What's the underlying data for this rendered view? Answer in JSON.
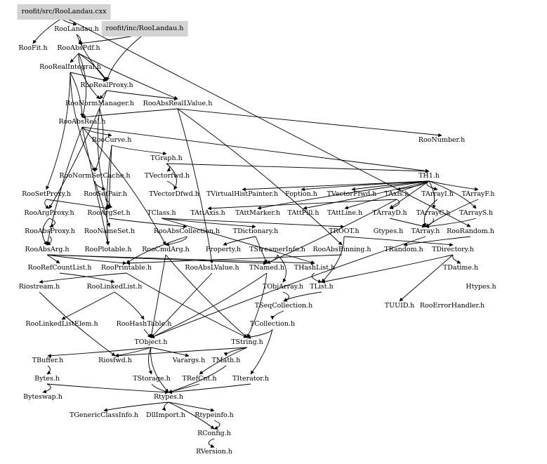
{
  "title": "roofit/src/RooLandau.cxx include dependency graph",
  "colors": {
    "root_fill": "#d3d3d3",
    "edge": "#000000",
    "background": "#ffffff"
  },
  "nodes": [
    {
      "id": "src",
      "label": "roofit/src/RooLandau.cxx",
      "root": true
    },
    {
      "id": "inc",
      "label": "roofit/inc/RooLandau.h",
      "root": true
    },
    {
      "id": "RooLandau",
      "label": "RooLandau.h"
    },
    {
      "id": "RooFit",
      "label": "RooFit.h"
    },
    {
      "id": "RooAbsPdf",
      "label": "RooAbsPdf.h"
    },
    {
      "id": "RooRealIntegral",
      "label": "RooRealIntegral.h"
    },
    {
      "id": "RooRealProxy",
      "label": "RooRealProxy.h"
    },
    {
      "id": "RooNormManager",
      "label": "RooNormManager.h"
    },
    {
      "id": "RooAbsRealLValue",
      "label": "RooAbsRealLValue.h"
    },
    {
      "id": "RooAbsReal",
      "label": "RooAbsReal.h"
    },
    {
      "id": "RooCurve",
      "label": "RooCurve.h"
    },
    {
      "id": "RooNumber",
      "label": "RooNumber.h"
    },
    {
      "id": "TGraph",
      "label": "TGraph.h"
    },
    {
      "id": "RooNormSetCache",
      "label": "RooNormSetCache.h"
    },
    {
      "id": "TVectorfwd",
      "label": "TVectorfwd.h"
    },
    {
      "id": "TH1",
      "label": "TH1.h"
    },
    {
      "id": "RooSetProxy",
      "label": "RooSetProxy.h"
    },
    {
      "id": "RooSetPair",
      "label": "RooSetPair.h"
    },
    {
      "id": "TVectorDfwd",
      "label": "TVectorDfwd.h"
    },
    {
      "id": "TVirtualHistPainter",
      "label": "TVirtualHistPainter.h"
    },
    {
      "id": "Foption",
      "label": "Foption.h"
    },
    {
      "id": "TVectorFfwd",
      "label": "TVectorFfwd.h"
    },
    {
      "id": "TAxis",
      "label": "TAxis.h"
    },
    {
      "id": "TArrayI",
      "label": "TArrayI.h"
    },
    {
      "id": "TArrayF",
      "label": "TArrayF.h"
    },
    {
      "id": "RooArgProxy",
      "label": "RooArgProxy.h"
    },
    {
      "id": "RooArgSet",
      "label": "RooArgSet.h"
    },
    {
      "id": "TClass",
      "label": "TClass.h"
    },
    {
      "id": "TAttAxis",
      "label": "TAttAxis.h"
    },
    {
      "id": "TAttMarker",
      "label": "TAttMarker.h"
    },
    {
      "id": "TAttFill",
      "label": "TAttFill.h"
    },
    {
      "id": "TAttLine",
      "label": "TAttLine.h"
    },
    {
      "id": "TArrayD",
      "label": "TArrayD.h"
    },
    {
      "id": "TArrayC",
      "label": "TArrayC.h"
    },
    {
      "id": "TArrayS",
      "label": "TArrayS.h"
    },
    {
      "id": "RooAbsProxy",
      "label": "RooAbsProxy.h"
    },
    {
      "id": "RooNameSet",
      "label": "RooNameSet.h"
    },
    {
      "id": "RooAbsCollection",
      "label": "RooAbsCollection.h"
    },
    {
      "id": "TDictionary",
      "label": "TDictionary.h"
    },
    {
      "id": "TROOT",
      "label": "TROOT.h"
    },
    {
      "id": "Gtypes",
      "label": "Gtypes.h"
    },
    {
      "id": "TArray",
      "label": "TArray.h"
    },
    {
      "id": "RooRandom",
      "label": "RooRandom.h"
    },
    {
      "id": "RooAbsArg",
      "label": "RooAbsArg.h"
    },
    {
      "id": "RooPlotable",
      "label": "RooPlotable.h"
    },
    {
      "id": "RooCmdArg",
      "label": "RooCmdArg.h"
    },
    {
      "id": "Property",
      "label": "Property.h"
    },
    {
      "id": "TStreamerInfo",
      "label": "TStreamerInfo.h"
    },
    {
      "id": "RooAbsBinning",
      "label": "RooAbsBinning.h"
    },
    {
      "id": "TRandom",
      "label": "TRandom.h"
    },
    {
      "id": "TDirectory",
      "label": "TDirectory.h"
    },
    {
      "id": "RooRefCountList",
      "label": "RooRefCountList.h"
    },
    {
      "id": "RooPrintable",
      "label": "RooPrintable.h"
    },
    {
      "id": "RooAbsLValue",
      "label": "RooAbsLValue.h"
    },
    {
      "id": "TNamed",
      "label": "TNamed.h"
    },
    {
      "id": "THashList",
      "label": "THashList.h"
    },
    {
      "id": "TDatime",
      "label": "TDatime.h"
    },
    {
      "id": "Riostream",
      "label": "Riostream.h"
    },
    {
      "id": "RooLinkedList",
      "label": "RooLinkedList.h"
    },
    {
      "id": "TObjArray",
      "label": "TObjArray.h"
    },
    {
      "id": "TList",
      "label": "TList.h"
    },
    {
      "id": "Htypes",
      "label": "Htypes.h"
    },
    {
      "id": "TSeqCollection",
      "label": "TSeqCollection.h"
    },
    {
      "id": "TUUID",
      "label": "TUUID.h"
    },
    {
      "id": "RooErrorHandler",
      "label": "RooErrorHandler.h"
    },
    {
      "id": "RooLinkedListElem",
      "label": "RooLinkedListElem.h"
    },
    {
      "id": "RooHashTable",
      "label": "RooHashTable.h"
    },
    {
      "id": "TCollection",
      "label": "TCollection.h"
    },
    {
      "id": "TObject",
      "label": "TObject.h"
    },
    {
      "id": "TString",
      "label": "TString.h"
    },
    {
      "id": "TBuffer",
      "label": "TBuffer.h"
    },
    {
      "id": "Riosfwd",
      "label": "Riosfwd.h"
    },
    {
      "id": "Varargs",
      "label": "Varargs.h"
    },
    {
      "id": "TMath",
      "label": "TMath.h"
    },
    {
      "id": "Bytes",
      "label": "Bytes.h"
    },
    {
      "id": "TStorage",
      "label": "TStorage.h"
    },
    {
      "id": "TRefCnt",
      "label": "TRefCnt.h"
    },
    {
      "id": "TIterator",
      "label": "TIterator.h"
    },
    {
      "id": "Byteswap",
      "label": "Byteswap.h"
    },
    {
      "id": "Rtypes",
      "label": "Rtypes.h"
    },
    {
      "id": "TGenericClassInfo",
      "label": "TGenericClassInfo.h"
    },
    {
      "id": "DllImport",
      "label": "DllImport.h"
    },
    {
      "id": "Rtypeinfo",
      "label": "Rtypeinfo.h"
    },
    {
      "id": "RConfig",
      "label": "RConfig.h"
    },
    {
      "id": "RVersion",
      "label": "RVersion.h"
    }
  ],
  "edges": [
    [
      "src",
      "RooLandau"
    ],
    [
      "src",
      "RooFit"
    ],
    [
      "src",
      "RooRandom"
    ],
    [
      "RooLandau",
      "RooAbsPdf"
    ],
    [
      "inc",
      "RooAbsPdf"
    ],
    [
      "inc",
      "RooRealProxy"
    ],
    [
      "RooLandau",
      "RooRealProxy"
    ],
    [
      "RooAbsPdf",
      "RooRealIntegral"
    ],
    [
      "RooAbsPdf",
      "RooRealProxy"
    ],
    [
      "RooAbsPdf",
      "RooAbsReal"
    ],
    [
      "RooAbsPdf",
      "RooNormManager"
    ],
    [
      "RooAbsPdf",
      "RooAbsRealLValue"
    ],
    [
      "RooRealIntegral",
      "RooRealProxy"
    ],
    [
      "RooRealIntegral",
      "RooAbsReal"
    ],
    [
      "RooRealIntegral",
      "RooSetProxy"
    ],
    [
      "RooRealIntegral",
      "RooNormSetCache"
    ],
    [
      "RooRealProxy",
      "RooAbsRealLValue"
    ],
    [
      "RooRealProxy",
      "RooNormManager"
    ],
    [
      "RooRealProxy",
      "RooArgProxy"
    ],
    [
      "RooNormManager",
      "RooNormSetCache"
    ],
    [
      "RooNormManager",
      "RooArgSet"
    ],
    [
      "RooAbsRealLValue",
      "RooAbsReal"
    ],
    [
      "RooAbsRealLValue",
      "RooNumber"
    ],
    [
      "RooAbsRealLValue",
      "RooAbsLValue"
    ],
    [
      "RooAbsRealLValue",
      "RooAbsBinning"
    ],
    [
      "RooAbsReal",
      "RooCurve"
    ],
    [
      "RooAbsReal",
      "RooAbsArg"
    ],
    [
      "RooAbsReal",
      "RooPlotable"
    ],
    [
      "RooAbsReal",
      "TH1"
    ],
    [
      "RooAbsReal",
      "RooCmdArg"
    ],
    [
      "RooCurve",
      "TGraph"
    ],
    [
      "RooCurve",
      "RooPlotable"
    ],
    [
      "RooCurve",
      "RooArgSet"
    ],
    [
      "TGraph",
      "TVectorfwd"
    ],
    [
      "TGraph",
      "TVectorDfwd"
    ],
    [
      "TGraph",
      "TH1"
    ],
    [
      "RooNormSetCache",
      "RooSetPair"
    ],
    [
      "RooNormSetCache",
      "RooNameSet"
    ],
    [
      "TVectorfwd",
      "TVectorDfwd"
    ],
    [
      "TH1",
      "TAxis"
    ],
    [
      "TH1",
      "TArrayI"
    ],
    [
      "TH1",
      "TArrayF"
    ],
    [
      "TH1",
      "TArrayD"
    ],
    [
      "TH1",
      "TArrayC"
    ],
    [
      "TH1",
      "TArrayS"
    ],
    [
      "TH1",
      "Foption"
    ],
    [
      "TH1",
      "TVectorFfwd"
    ],
    [
      "TH1",
      "TVirtualHistPainter"
    ],
    [
      "TH1",
      "TAttLine"
    ],
    [
      "TH1",
      "TAttFill"
    ],
    [
      "TH1",
      "TAttMarker"
    ],
    [
      "RooSetProxy",
      "RooArgProxy"
    ],
    [
      "RooSetProxy",
      "RooArgSet"
    ],
    [
      "RooSetPair",
      "RooArgSet"
    ],
    [
      "RooArgProxy",
      "RooAbsProxy"
    ],
    [
      "RooArgProxy",
      "RooAbsArg"
    ],
    [
      "RooArgSet",
      "RooAbsCollection"
    ],
    [
      "TAxis",
      "TAttAxis"
    ],
    [
      "TAxis",
      "TNamed"
    ],
    [
      "TAxis",
      "TArrayD"
    ],
    [
      "TArrayI",
      "TArray"
    ],
    [
      "TArrayF",
      "TArray"
    ],
    [
      "TArrayD",
      "TArray"
    ],
    [
      "TArrayC",
      "TArray"
    ],
    [
      "TArrayS",
      "TArray"
    ],
    [
      "TClass",
      "TDictionary"
    ],
    [
      "TClass",
      "TROOT"
    ],
    [
      "TClass",
      "THashList"
    ],
    [
      "RooAbsProxy",
      "RooAbsArg"
    ],
    [
      "RooAbsCollection",
      "RooCmdArg"
    ],
    [
      "RooAbsCollection",
      "RooPrintable"
    ],
    [
      "TDictionary",
      "Property"
    ],
    [
      "TDictionary",
      "TNamed"
    ],
    [
      "TROOT",
      "TDirectory"
    ],
    [
      "TROOT",
      "TList"
    ],
    [
      "TArray",
      "TObject"
    ],
    [
      "RooRandom",
      "TRandom"
    ],
    [
      "RooAbsArg",
      "RooRefCountList"
    ],
    [
      "RooAbsArg",
      "TNamed"
    ],
    [
      "RooAbsArg",
      "THashList"
    ],
    [
      "RooAbsArg",
      "RooPrintable"
    ],
    [
      "RooCmdArg",
      "TString"
    ],
    [
      "RooCmdArg",
      "TObject"
    ],
    [
      "TStreamerInfo",
      "TNamed"
    ],
    [
      "TStreamerInfo",
      "TObjArray"
    ],
    [
      "RooAbsBinning",
      "RooPrintable"
    ],
    [
      "TDirectory",
      "TDatime"
    ],
    [
      "TDirectory",
      "TUUID"
    ],
    [
      "TDirectory",
      "TList"
    ],
    [
      "RooRefCountList",
      "RooLinkedList"
    ],
    [
      "RooPrintable",
      "Riostream"
    ],
    [
      "RooPrintable",
      "TString"
    ],
    [
      "RooAbsLValue",
      "TObject"
    ],
    [
      "TNamed",
      "TString"
    ],
    [
      "TNamed",
      "TObject"
    ],
    [
      "THashList",
      "TList"
    ],
    [
      "Riostream",
      "Riosfwd"
    ],
    [
      "RooLinkedList",
      "RooLinkedListElem"
    ],
    [
      "RooLinkedList",
      "RooHashTable"
    ],
    [
      "TObjArray",
      "TSeqCollection"
    ],
    [
      "TList",
      "TSeqCollection"
    ],
    [
      "TSeqCollection",
      "TCollection"
    ],
    [
      "RooHashTable",
      "TObject"
    ],
    [
      "TCollection",
      "TIterator"
    ],
    [
      "TCollection",
      "TString"
    ],
    [
      "TObject",
      "Rtypes"
    ],
    [
      "TObject",
      "TStorage"
    ],
    [
      "TObject",
      "Varargs"
    ],
    [
      "TObject",
      "Riosfwd"
    ],
    [
      "TObject",
      "TBuffer"
    ],
    [
      "TString",
      "TMath"
    ],
    [
      "TString",
      "TRefCnt"
    ],
    [
      "TString",
      "Riosfwd"
    ],
    [
      "TBuffer",
      "Bytes"
    ],
    [
      "Bytes",
      "Byteswap"
    ],
    [
      "Bytes",
      "Rtypes"
    ],
    [
      "TStorage",
      "Rtypes"
    ],
    [
      "TRefCnt",
      "Rtypes"
    ],
    [
      "TIterator",
      "Rtypes"
    ],
    [
      "TMath",
      "Rtypes"
    ],
    [
      "Rtypes",
      "TGenericClassInfo"
    ],
    [
      "Rtypes",
      "DllImport"
    ],
    [
      "Rtypes",
      "Rtypeinfo"
    ],
    [
      "Rtypes",
      "RConfig"
    ],
    [
      "Rtypeinfo",
      "RConfig"
    ],
    [
      "RConfig",
      "RVersion"
    ]
  ]
}
